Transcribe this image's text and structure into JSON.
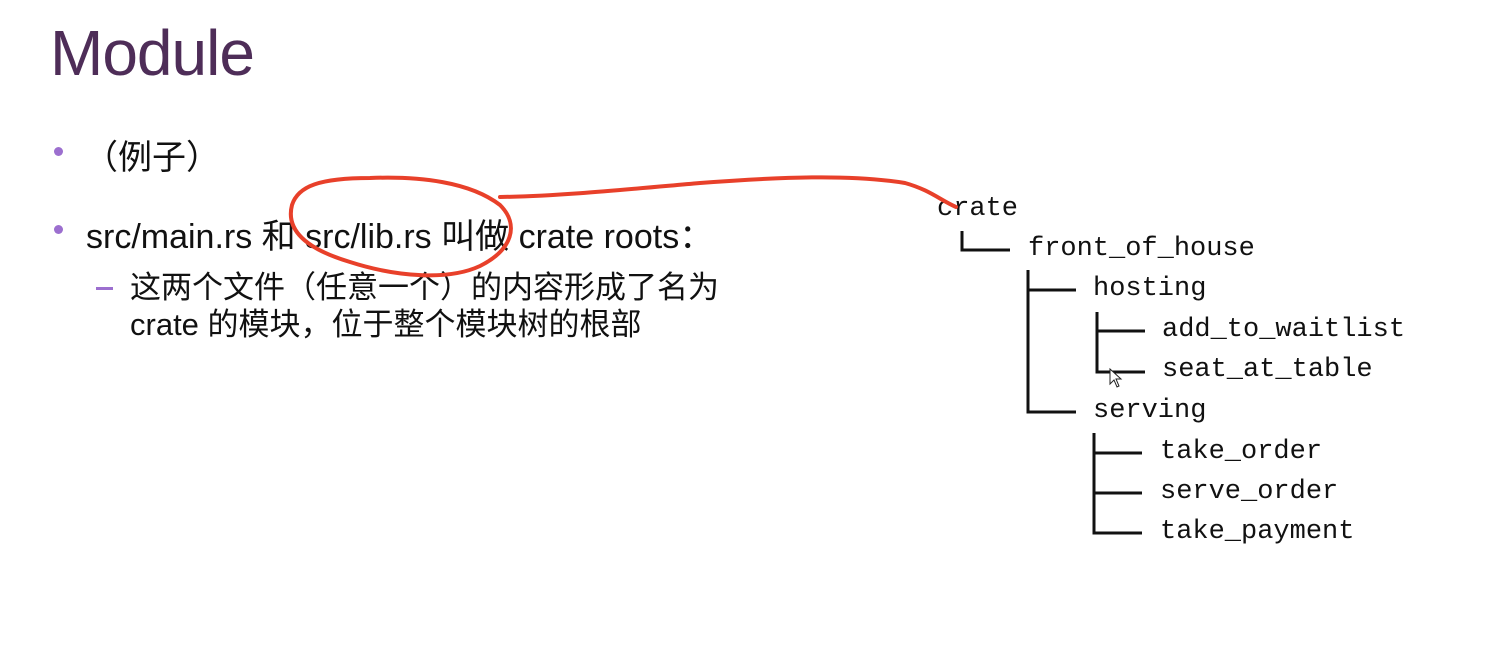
{
  "slide": {
    "title": "Module",
    "bullets": [
      {
        "text": "（例子）"
      },
      {
        "text": "src/main.rs 和 src/lib.rs 叫做 crate roots：",
        "sub": [
          "这两个文件（任意一个）的内容形成了名为",
          "crate 的模块，位于整个模块树的根部"
        ]
      }
    ]
  },
  "tree": {
    "root": "crate",
    "front_of_house": "front_of_house",
    "hosting": "hosting",
    "add_to_waitlist": "add_to_waitlist",
    "seat_at_table": "seat_at_table",
    "serving": "serving",
    "take_order": "take_order",
    "serve_order": "serve_order",
    "take_payment": "take_payment"
  },
  "colors": {
    "title": "#4e2d58",
    "bullet": "#9c6fcf",
    "annotation": "#e8402a"
  }
}
